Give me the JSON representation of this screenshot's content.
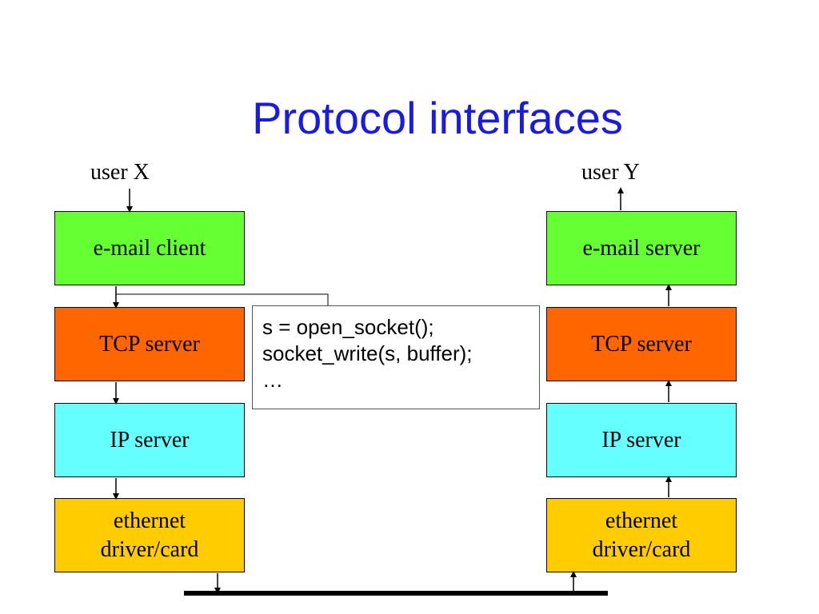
{
  "title": "Protocol interfaces",
  "left_stack": {
    "user": "user X",
    "layers": [
      {
        "lines": [
          "e-mail client"
        ],
        "color": "#66ff33"
      },
      {
        "lines": [
          "TCP server"
        ],
        "color": "#ff6600"
      },
      {
        "lines": [
          "IP server"
        ],
        "color": "#66ffff"
      },
      {
        "lines": [
          "ethernet",
          "driver/card"
        ],
        "color": "#ffcc00"
      }
    ]
  },
  "right_stack": {
    "user": "user Y",
    "layers": [
      {
        "lines": [
          "e-mail server"
        ],
        "color": "#66ff33"
      },
      {
        "lines": [
          "TCP server"
        ],
        "color": "#ff6600"
      },
      {
        "lines": [
          "IP server"
        ],
        "color": "#66ffff"
      },
      {
        "lines": [
          "ethernet",
          "driver/card"
        ],
        "color": "#ffcc00"
      }
    ]
  },
  "code_callout": {
    "lines": [
      "s = open_socket();",
      "socket_write(s, buffer);",
      "…"
    ]
  }
}
